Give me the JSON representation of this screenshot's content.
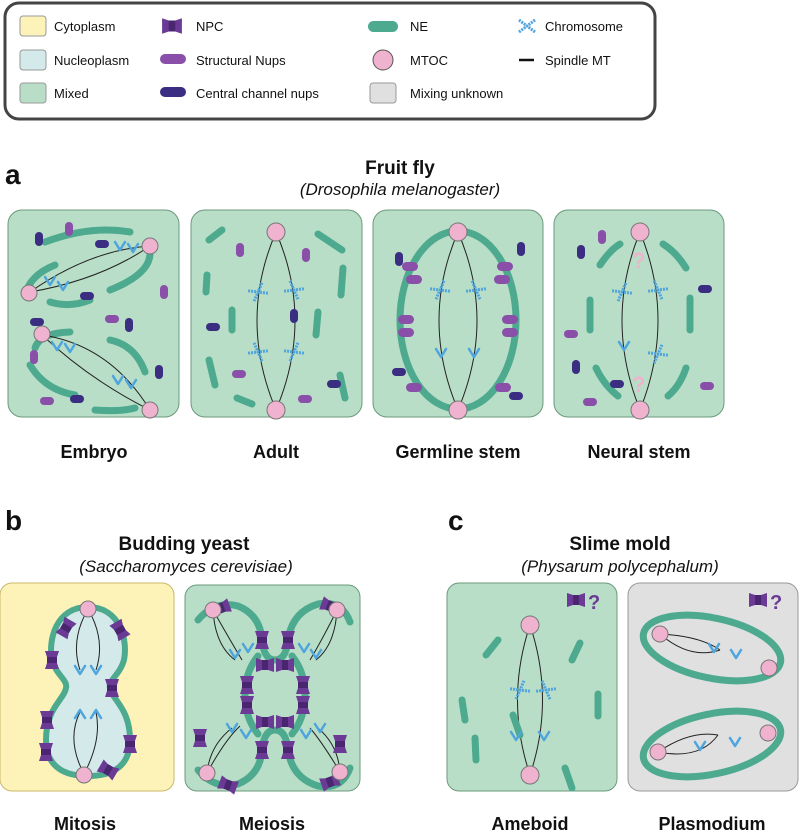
{
  "legend": {
    "cytoplasm": "Cytoplasm",
    "nucleoplasm": "Nucleoplasm",
    "mixed": "Mixed",
    "npc": "NPC",
    "structural_nups": "Structural Nups",
    "central_channel_nups": "Central channel nups",
    "ne": "NE",
    "mtoc": "MTOC",
    "mixing_unknown": "Mixing unknown",
    "chromosome": "Chromosome",
    "spindle_mt": "Spindle MT"
  },
  "panel_a": {
    "letter": "a",
    "title": "Fruit fly",
    "species": "(Drosophila melanogaster)",
    "cells": [
      "Embryo",
      "Adult",
      "Germline stem",
      "Neural stem"
    ]
  },
  "panel_b": {
    "letter": "b",
    "title": "Budding yeast",
    "species": "(Saccharomyces cerevisiae)",
    "cells": [
      "Mitosis",
      "Meiosis"
    ]
  },
  "panel_c": {
    "letter": "c",
    "title": "Slime mold",
    "species": "(Physarum polycephalum)",
    "cells": [
      "Ameboid",
      "Plasmodium"
    ],
    "unknown_mark": "?"
  },
  "question_mark": "?",
  "colors": {
    "cytoplasm": "#fdf3b8",
    "nucleoplasm": "#d3e9ea",
    "mixed": "#b9dec7",
    "unknown": "#e0e0e0",
    "ne": "#4daa8f",
    "mtoc": "#efb2cf",
    "chromosome": "#4ea5de",
    "structural_nup": "#8a4fa8",
    "central_nup": "#3a2d82",
    "npc": "#6a3a95"
  }
}
